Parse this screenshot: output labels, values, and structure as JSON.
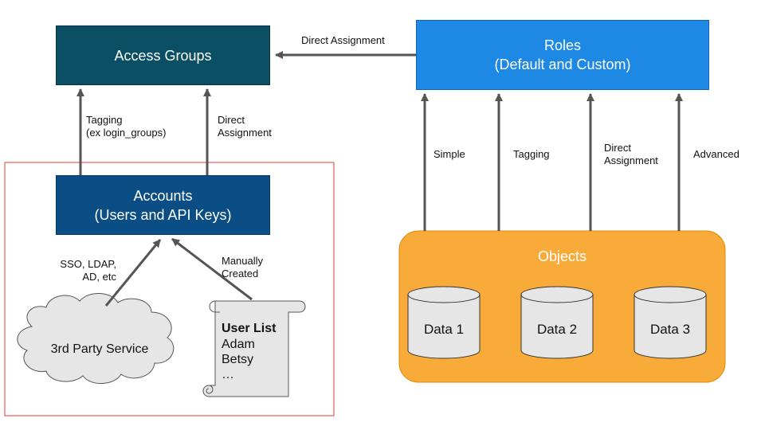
{
  "access_groups": {
    "title": "Access Groups"
  },
  "roles": {
    "line1": "Roles",
    "line2": "(Default and Custom)"
  },
  "accounts": {
    "line1": "Accounts",
    "line2": "(Users and API Keys)"
  },
  "objects": {
    "title": "Objects",
    "stores": [
      "Data 1",
      "Data 2",
      "Data 3"
    ]
  },
  "edges": {
    "roles_to_groups": "Direct Assignment",
    "tagging_line1": "Tagging",
    "tagging_line2": "(ex login_groups)",
    "accounts_direct_line1": "Direct",
    "accounts_direct_line2": "Assignment",
    "simple": "Simple",
    "tagging": "Tagging",
    "objects_direct_line1": "Direct",
    "objects_direct_line2": "Assignment",
    "advanced": "Advanced",
    "sso_line1": "SSO, LDAP,",
    "sso_line2": "AD, etc",
    "manual_line1": "Manually",
    "manual_line2": "Created"
  },
  "third_party": {
    "label": "3rd Party Service"
  },
  "user_list": {
    "title": "User List",
    "items": [
      "Adam",
      "Betsy",
      "…"
    ]
  },
  "colors": {
    "access_groups_fill": "#0a4f63",
    "roles_fill": "#1e88e5",
    "accounts_fill": "#0b4e85",
    "objects_fill": "#f9ab3a",
    "objects_border": "#e08a00",
    "cylinder_fill": "#e6e6e6",
    "arrow": "#555555",
    "boundary": "#e53935"
  }
}
